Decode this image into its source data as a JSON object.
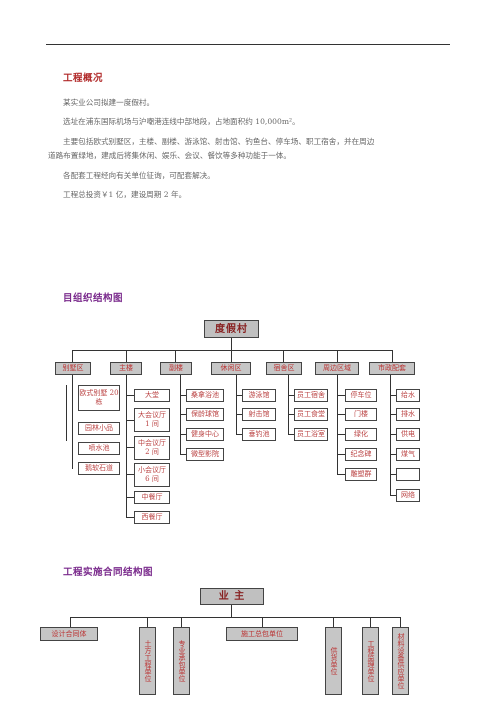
{
  "section1": {
    "title": "工程概况",
    "paragraphs": [
      "某实业公司拟建一度假村。",
      "选址在浦东国际机场与沪嘲港连线中部地段，占地面积约 10,000m²。",
      "主要包括欧式别墅区，主楼、副楼、游泳馆、射击馆、钓鱼台、停车场、职工宿舍，并在周边",
      "道路布置绿地，建成后将集休闲、娱乐、会议、餐饮等多种功能于一体。",
      "各配套工程经向有关单位征询，可配套解决。",
      "工程总投资￥1 亿，建设周期 2 年。"
    ]
  },
  "section2": {
    "title": "目组织结构图",
    "root": "度假村",
    "columns": [
      {
        "label": "别墅区",
        "items": [
          "欧式别墅 20 栋",
          "园林小品",
          "喷水池",
          "鹅软石道"
        ]
      },
      {
        "label": "主楼",
        "items": [
          "大堂",
          "大会议厅 1 间",
          "中会议厅 2 间",
          "小会议厅 6 间",
          "中餐厅",
          "西餐厅"
        ]
      },
      {
        "label": "副楼",
        "items": [
          "桑拿浴池",
          "保龄球馆",
          "健身中心",
          "微型影院"
        ]
      },
      {
        "label": "休闲区",
        "items": [
          "游泳馆",
          "射击馆",
          "垂钓池"
        ]
      },
      {
        "label": "宿舍区",
        "items": [
          "员工宿舍",
          "员工食堂",
          "员工浴室"
        ]
      },
      {
        "label": "周边区域",
        "items": [
          "停车位",
          "门楼",
          "绿化",
          "纪念碑",
          "雕塑群"
        ]
      },
      {
        "label": "市政配套",
        "items": [
          "给水",
          "排水",
          "供电",
          "煤气",
          "",
          "网络"
        ]
      }
    ]
  },
  "section3": {
    "title": "工程实施合同结构图",
    "root": "业  主",
    "children": [
      "设计合同体",
      "土方工程单位",
      "专业承包单位",
      "施工总包单位",
      "供货单位",
      "工程监理单位",
      "材料设备供应单位"
    ]
  }
}
